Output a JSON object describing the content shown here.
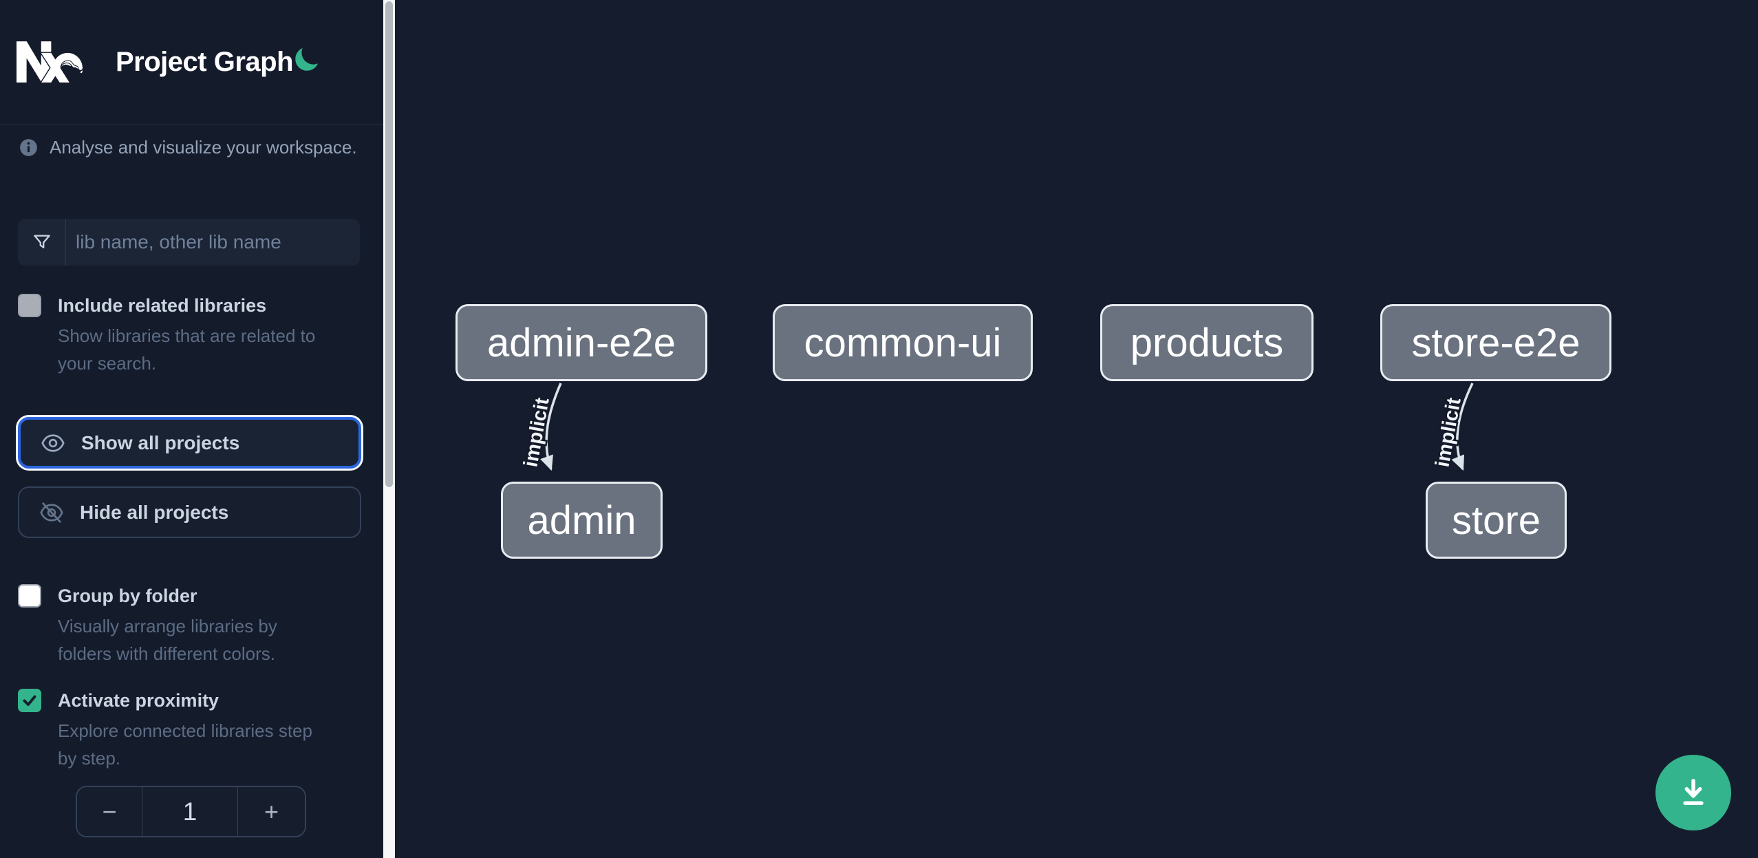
{
  "app": {
    "title": "Project Graph",
    "theme_toggle_icon": "moon-icon"
  },
  "sidebar": {
    "tagline": "Analyse and visualize your workspace.",
    "search": {
      "placeholder": "lib name, other lib name",
      "value": "",
      "icon": "funnel-icon"
    },
    "options": {
      "include_related": {
        "label": "Include related libraries",
        "description_lines": [
          "Show libraries that are related to",
          "your search."
        ],
        "checked": false,
        "disabled": true
      },
      "group_by_folder": {
        "label": "Group by folder",
        "description_lines": [
          "Visually arrange libraries by",
          "folders with different colors."
        ],
        "checked": false
      },
      "activate_proximity": {
        "label": "Activate proximity",
        "description_lines": [
          "Explore connected libraries step",
          "by step."
        ],
        "checked": true
      }
    },
    "actions": {
      "show_all": "Show all projects",
      "hide_all": "Hide all projects"
    },
    "proximity_stepper": {
      "decrement_label": "−",
      "value": "1",
      "increment_label": "+"
    }
  },
  "graph": {
    "nodes": [
      {
        "id": "admin-e2e",
        "label": "admin-e2e"
      },
      {
        "id": "common-ui",
        "label": "common-ui"
      },
      {
        "id": "products",
        "label": "products"
      },
      {
        "id": "store-e2e",
        "label": "store-e2e"
      },
      {
        "id": "admin",
        "label": "admin"
      },
      {
        "id": "store",
        "label": "store"
      }
    ],
    "edges": [
      {
        "source": "admin-e2e",
        "target": "admin",
        "label": "implicit",
        "type": "implicit"
      },
      {
        "source": "store-e2e",
        "target": "store",
        "label": "implicit",
        "type": "implicit"
      }
    ]
  },
  "fab": {
    "icon": "download-icon"
  },
  "colors": {
    "background": "#141a29",
    "accent_green": "#34b48c",
    "focus_blue": "#2b66e0",
    "node_fill": "#6a7280",
    "node_border": "#e8ecf1",
    "edge": "#dde3ea",
    "panel_text": "#cbd5e1",
    "muted_text": "#5c6c84",
    "scrollbar_track": "#f6f7f8",
    "scrollbar_thumb": "#b3b8bd"
  }
}
